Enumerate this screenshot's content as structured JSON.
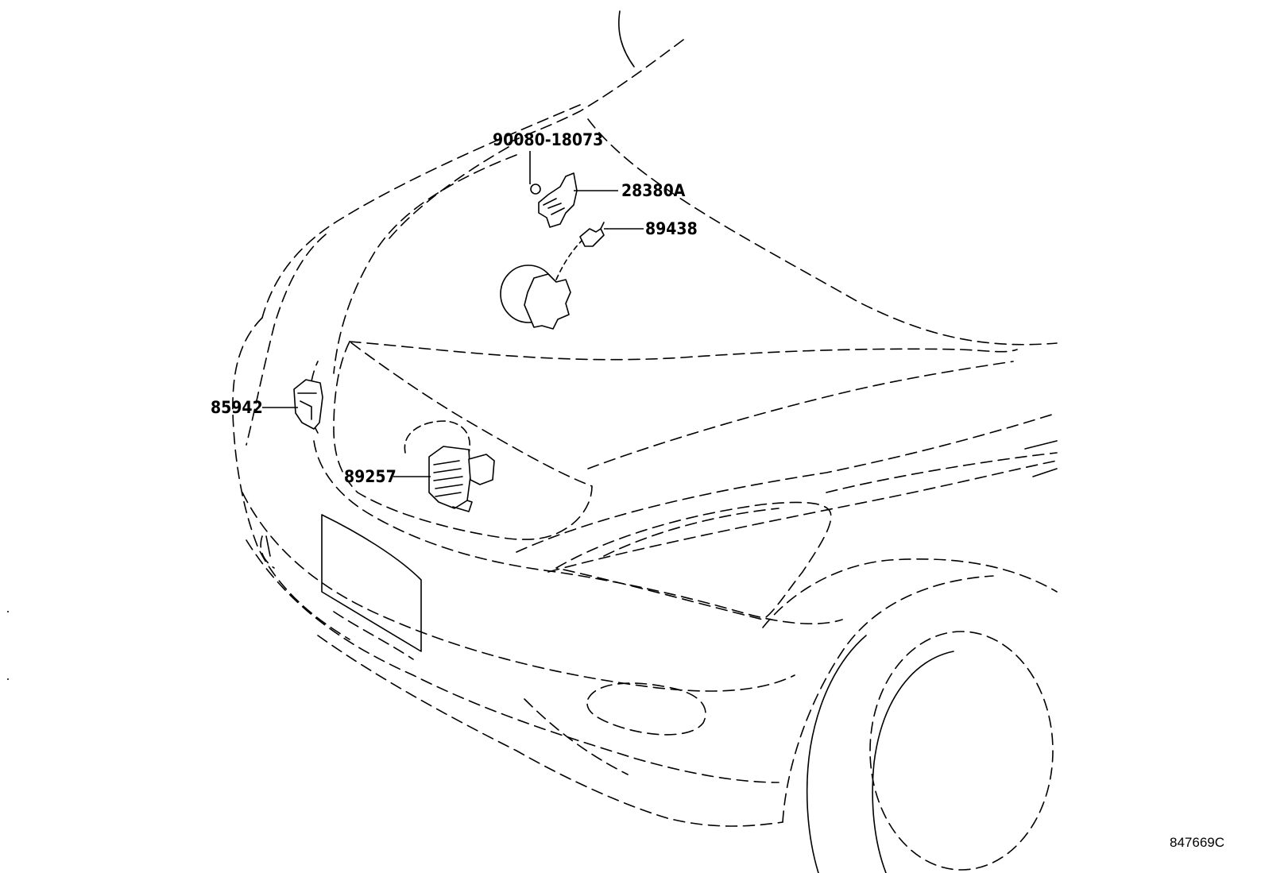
{
  "callouts": {
    "bolt": "90080-18073",
    "sensor_bracket": "28380A",
    "horn_sensor": "89438",
    "grille_module": "85942",
    "control_unit": "89257"
  },
  "catalog_number": "847669C"
}
